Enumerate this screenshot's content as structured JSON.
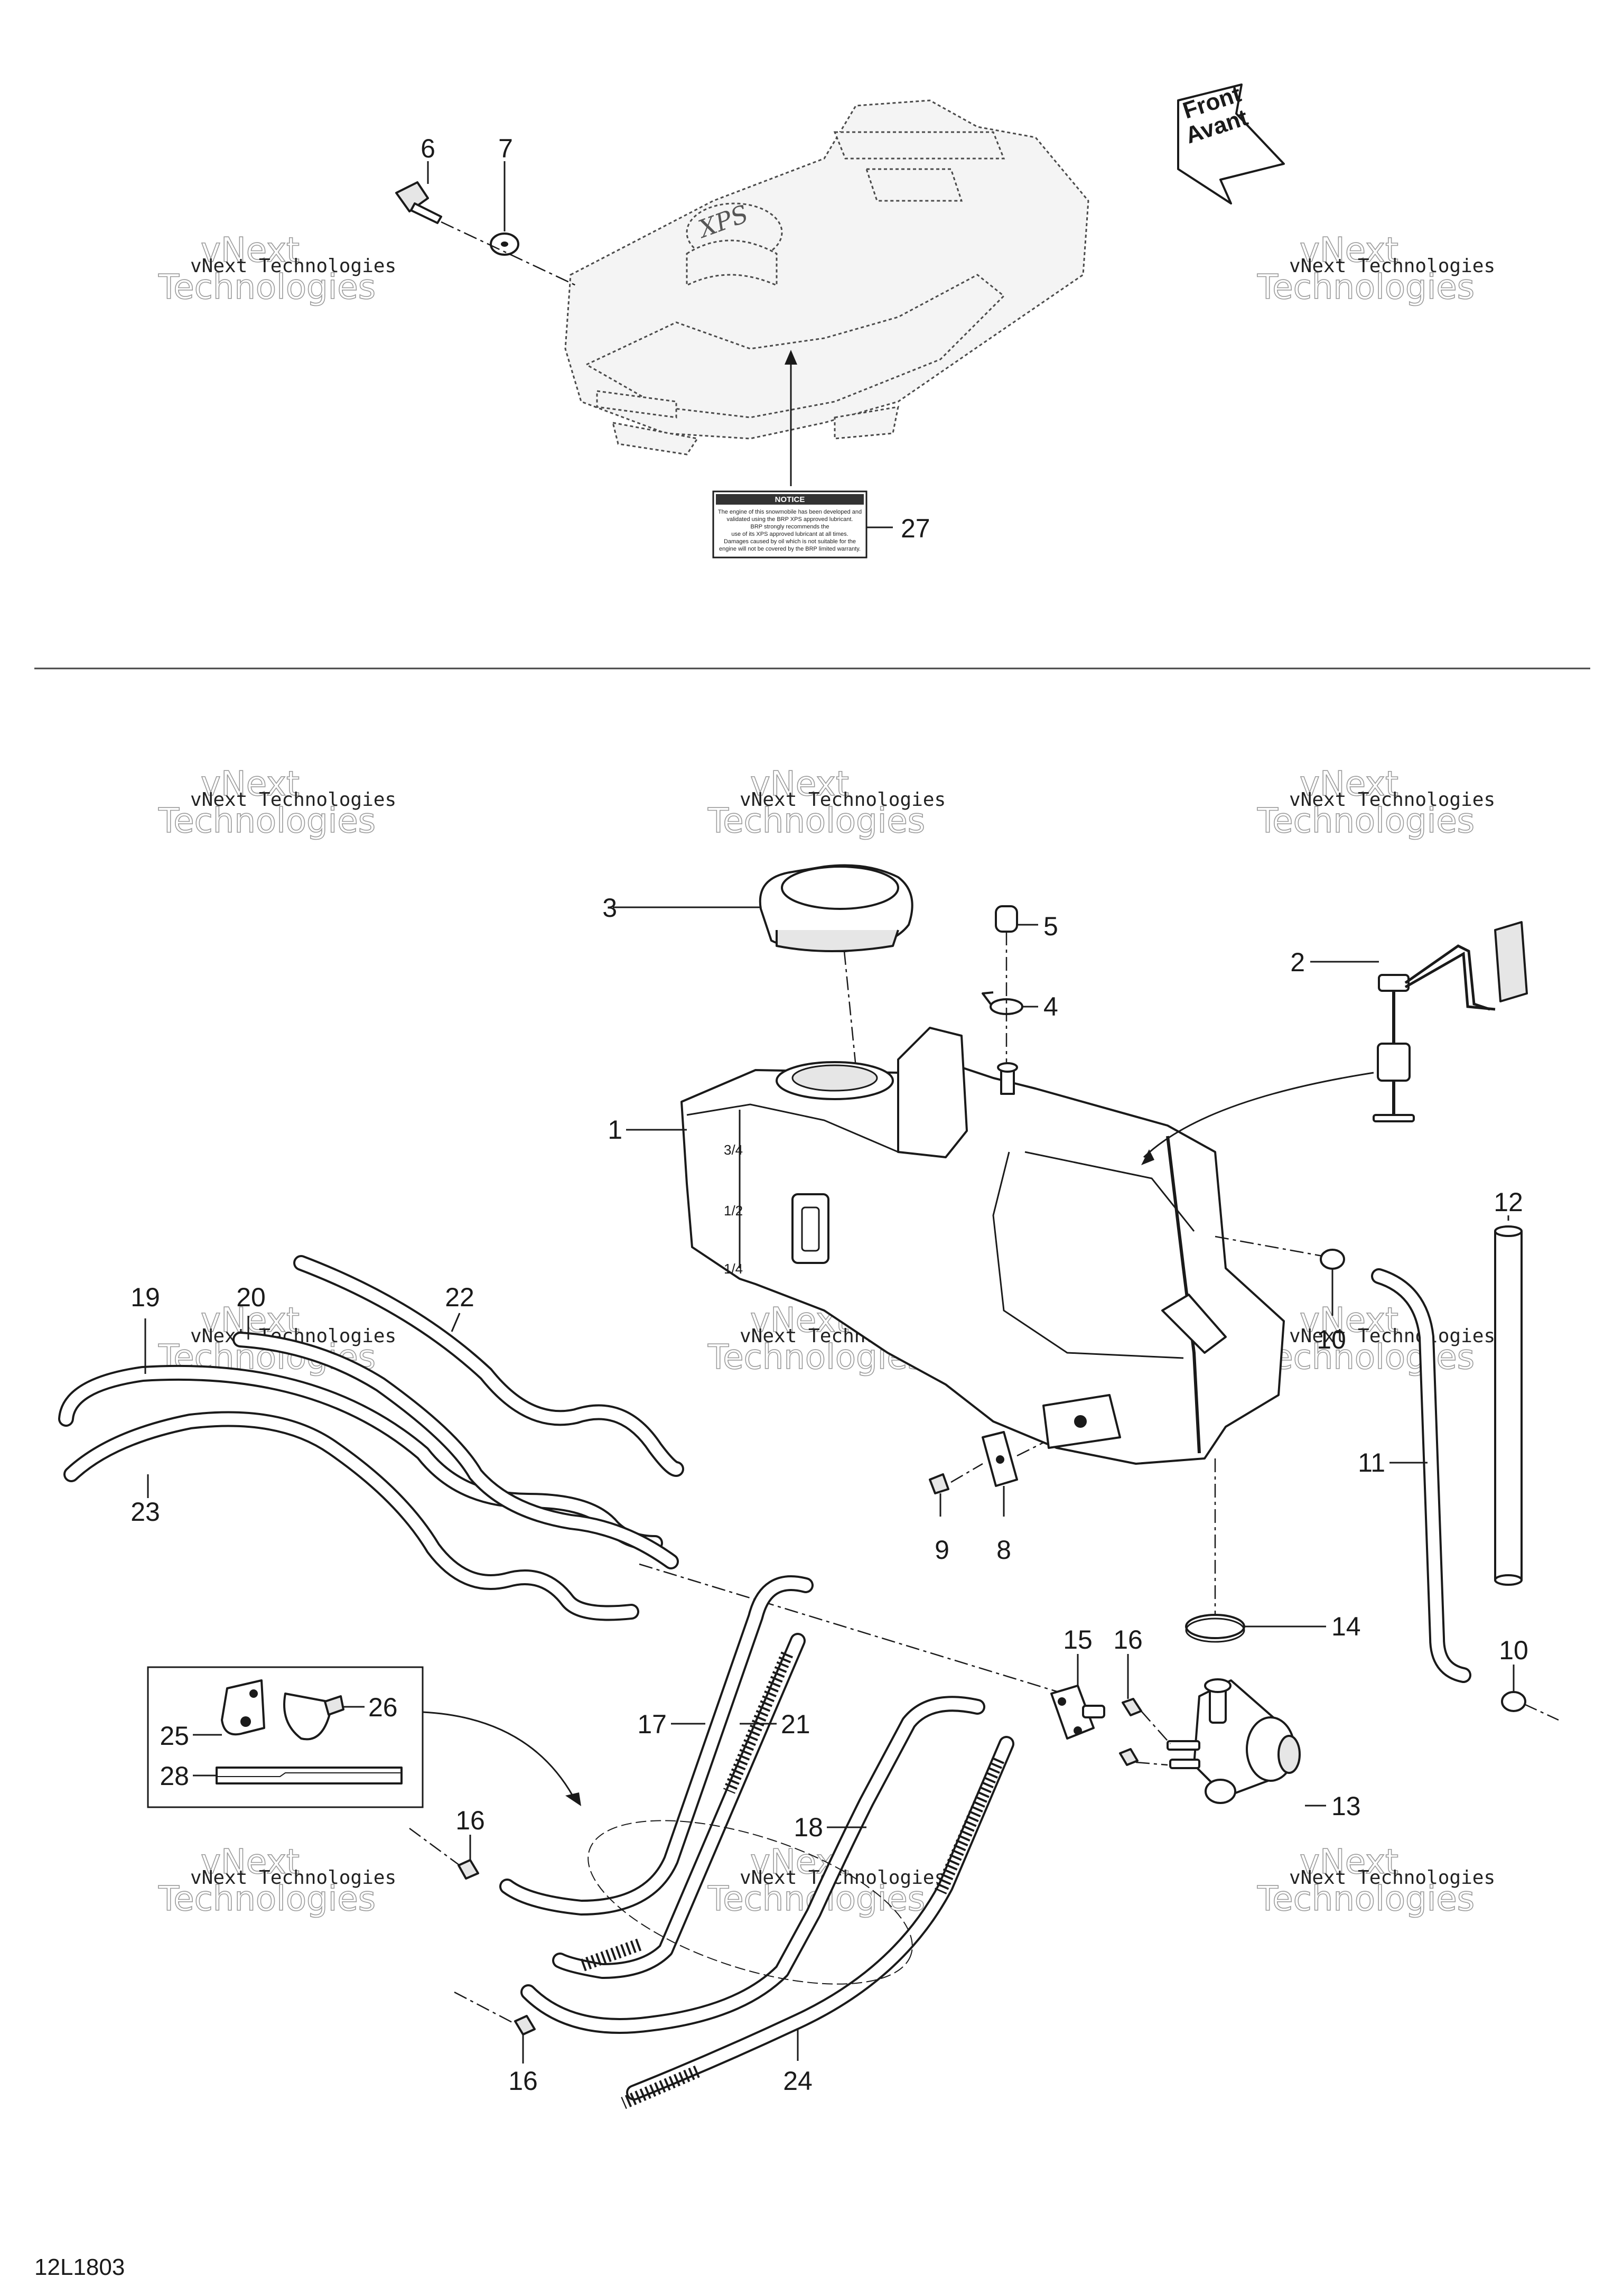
{
  "drawing_code": "12L1803",
  "arrow_label_en": "Front",
  "arrow_label_fr": "Avant",
  "watermark": {
    "small_text": "vNext Technologies",
    "big_line1": "vNext",
    "big_line2": "Technologies"
  },
  "decal": {
    "title": "NOTICE",
    "body": [
      "The engine of this snowmobile has been developed and",
      "validated using the BRP XPS approved lubricant.",
      "BRP strongly recommends the",
      "use of its XPS approved lubricant at all times.",
      "Damages caused by oil which is not suitable for the",
      "engine will not be covered by the BRP limited warranty."
    ]
  },
  "callouts": {
    "c1": "1",
    "c2": "2",
    "c3": "3",
    "c4": "4",
    "c5": "5",
    "c6": "6",
    "c7": "7",
    "c8": "8",
    "c9": "9",
    "c10a": "10",
    "c10b": "10",
    "c11": "11",
    "c12": "12",
    "c13": "13",
    "c14": "14",
    "c15": "15",
    "c16a": "16",
    "c16b": "16",
    "c16c": "16",
    "c17": "17",
    "c18": "18",
    "c19": "19",
    "c20": "20",
    "c21": "21",
    "c22": "22",
    "c23": "23",
    "c24": "24",
    "c25": "25",
    "c26": "26",
    "c27": "27",
    "c28": "28"
  }
}
